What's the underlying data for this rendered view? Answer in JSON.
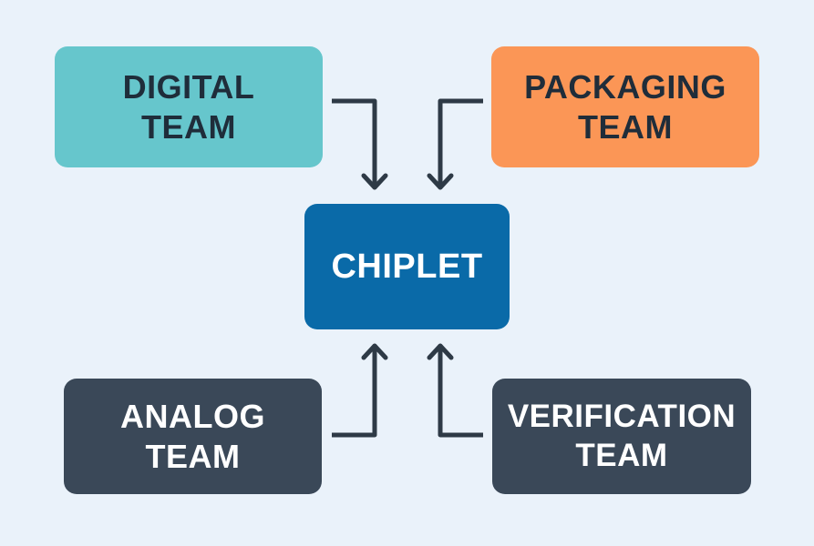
{
  "nodes": {
    "digital": {
      "line1": "DIGITAL",
      "line2": "TEAM",
      "fill": "#66c6cc",
      "text_color": "#1f2d3a"
    },
    "packaging": {
      "line1": "PACKAGING",
      "line2": "TEAM",
      "fill": "#fb9656",
      "text_color": "#1f2d3a"
    },
    "chiplet": {
      "label": "CHIPLET",
      "fill": "#0a6aa8",
      "text_color": "#ffffff"
    },
    "analog": {
      "line1": "ANALOG",
      "line2": "TEAM",
      "fill": "#3a4858",
      "text_color": "#ffffff"
    },
    "verification": {
      "line1": "VERIFICATION",
      "line2": "TEAM",
      "fill": "#3a4858",
      "text_color": "#ffffff"
    }
  },
  "edges": [
    {
      "from": "digital",
      "to": "chiplet"
    },
    {
      "from": "packaging",
      "to": "chiplet"
    },
    {
      "from": "analog",
      "to": "chiplet"
    },
    {
      "from": "verification",
      "to": "chiplet"
    }
  ],
  "colors": {
    "background": "#eaf2fa",
    "connector": "#2e3a46"
  }
}
